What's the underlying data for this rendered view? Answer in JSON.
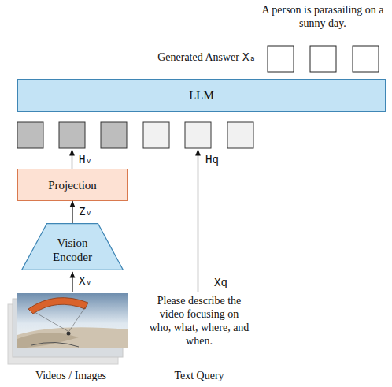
{
  "diagram": {
    "nodes": [
      {
        "text": [
          "LLM"
        ]
      },
      {
        "text": [
          "Projection"
        ]
      },
      {
        "text": [
          "Vision Encoder"
        ]
      }
    ],
    "edges": [
      {
        "from": 2,
        "to": 1,
        "arrow": "to",
        "label": "Zᵥ"
      }
    ],
    "labels": [
      "A person is parasailing on a sunny day.",
      "Generated Answer",
      "Xₐ",
      "Hᵥ",
      "Hq",
      "Xᵥ",
      "Xq",
      "Please describe the video focusing on who, what, where, and when.",
      "Videos / Images",
      "Text Query"
    ]
  }
}
